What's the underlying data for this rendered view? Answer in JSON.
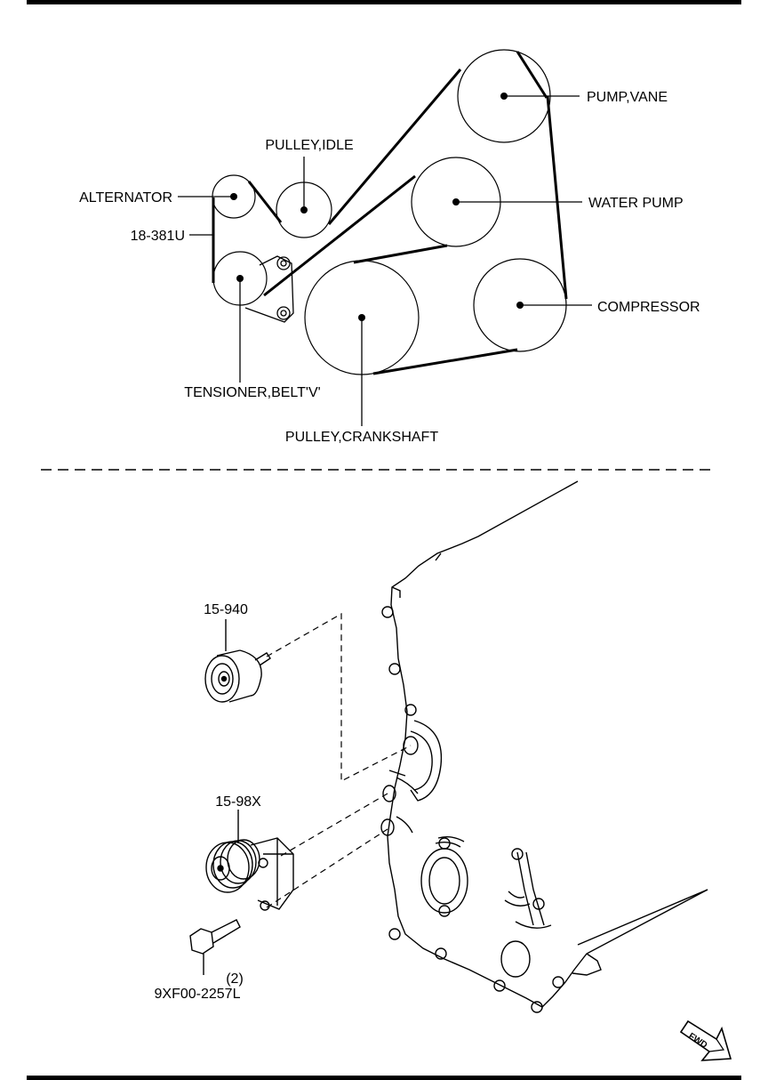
{
  "belt_diagram": {
    "labels": {
      "pump_vane": "PUMP,VANE",
      "pulley_idle": "PULLEY,IDLE",
      "alternator": "ALTERNATOR",
      "water_pump": "WATER PUMP",
      "belt_part": "18-381U",
      "compressor": "COMPRESSOR",
      "tensioner": "TENSIONER,BELT'V'",
      "crankshaft": "PULLEY,CRANKSHAFT"
    }
  },
  "exploded_view": {
    "labels": {
      "idler_part": "15-940",
      "tensioner_part": "15-98X",
      "bolt_qty": "(2)",
      "bolt_part": "9XF00-2257L",
      "fwd": "FWD"
    }
  }
}
